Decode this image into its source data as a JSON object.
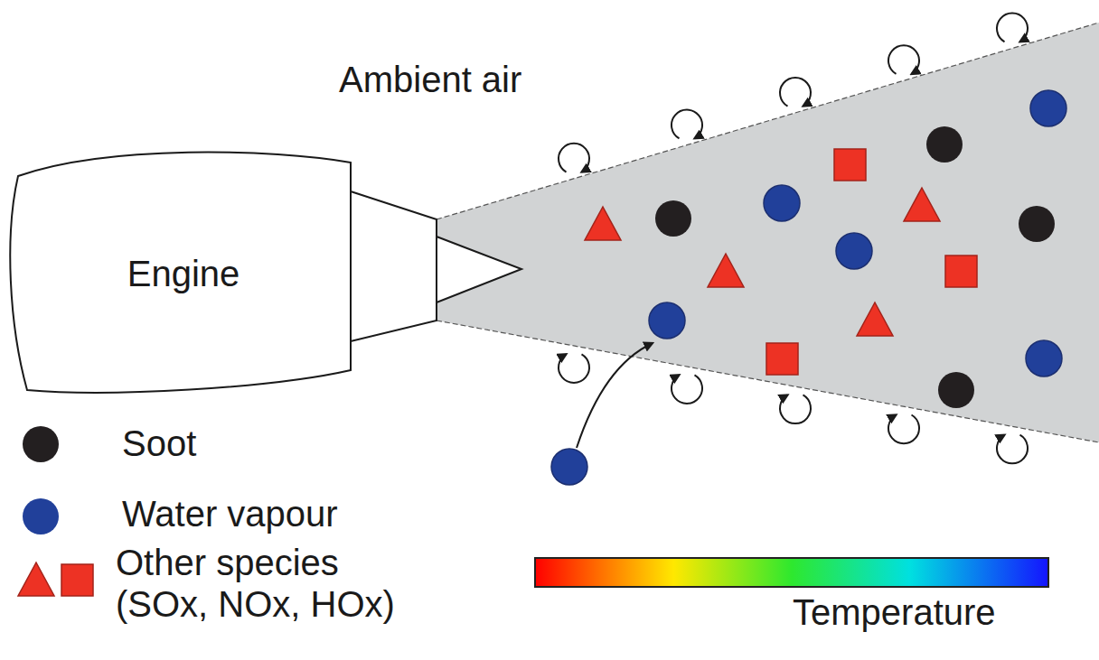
{
  "diagram": {
    "nodes": [
      {
        "text": [
          "Engine"
        ]
      }
    ],
    "labels": [
      "Ambient air",
      "Temperature"
    ],
    "legend": [
      {
        "text": "Soot",
        "color": "#231f20"
      },
      {
        "text": "Water vapour",
        "color": "#21409a"
      },
      {
        "text": "Other species (SOx, NOx, HOx)",
        "color": "#ed3224"
      }
    ]
  }
}
